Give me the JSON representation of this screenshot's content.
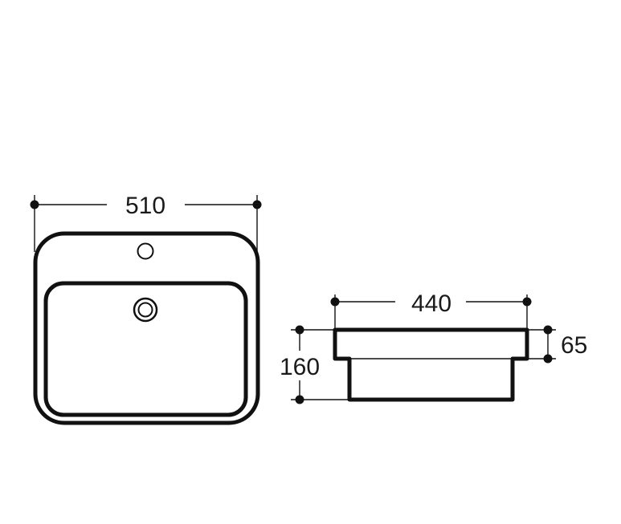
{
  "dimensions": {
    "top_width": "510",
    "side_width": "440",
    "height_total": "160",
    "rim_height": "65"
  },
  "colors": {
    "line": "#111111",
    "background": "#ffffff"
  }
}
